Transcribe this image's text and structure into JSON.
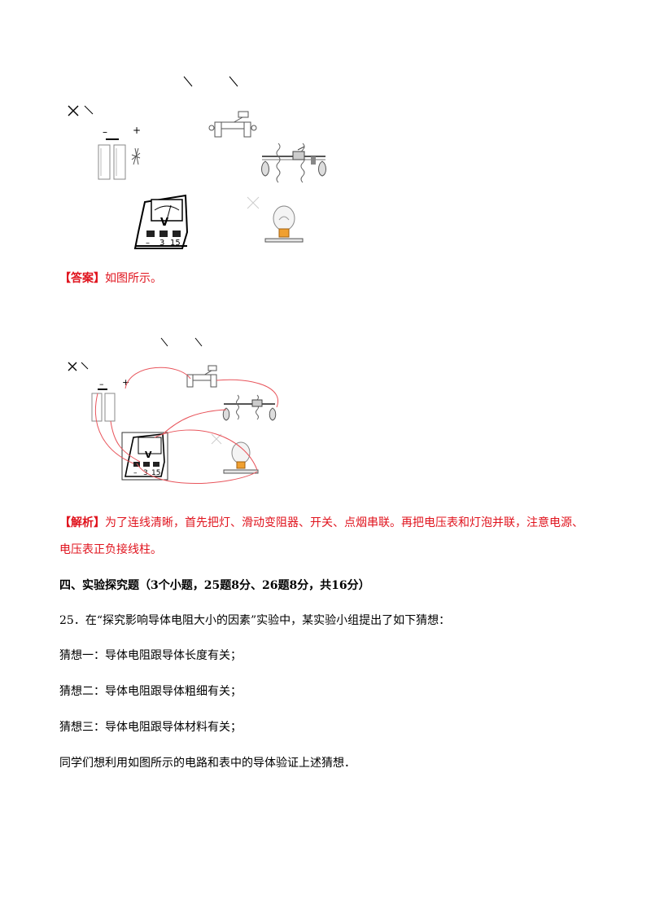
{
  "figure1": {
    "battery_minus": "–",
    "battery_plus": "+",
    "meter_symbol": "V",
    "meter_terminals": [
      "–",
      "3",
      "15"
    ]
  },
  "answer": {
    "tag": "【答案】",
    "text": "如图所示。"
  },
  "figure2": {
    "battery_minus": "–",
    "battery_plus": "+",
    "meter_symbol": "V",
    "meter_terminals": [
      "–",
      "3",
      "15"
    ]
  },
  "analysis": {
    "tag": "【解析】",
    "line1": "为了连线清晰，首先把灯、滑动变阻器、开关、点烟串联。再把电压表和灯泡并联，注意电源、",
    "line2": "电压表正负接线柱。"
  },
  "section": {
    "heading": "四、实验探究题（3个小题，25题8分、26题8分，共16分）"
  },
  "question25": {
    "intro": "25．在“探究影响导体电阻大小的因素”实验中，某实验小组提出了如下猜想：",
    "guess1": "猜想一：导体电阻跟导体长度有关；",
    "guess2": "猜想二：导体电阻跟导体粗细有关；",
    "guess3": "猜想三：导体电阻跟导体材料有关；",
    "closing": "同学们想利用如图所示的电路和表中的导体验证上述猜想．"
  }
}
